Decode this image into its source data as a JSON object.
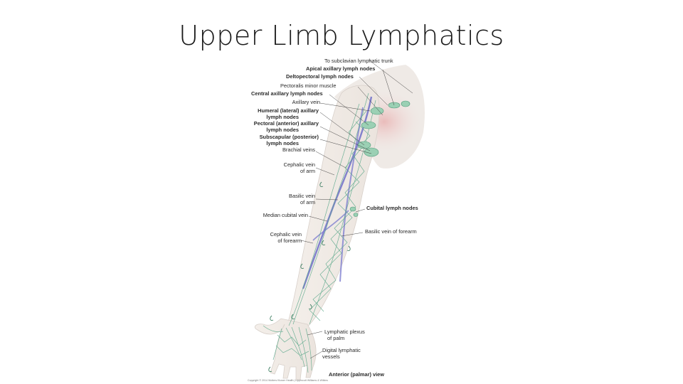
{
  "slide": {
    "title": "Upper Limb Lymphatics"
  },
  "figure": {
    "labels_top": [
      "To subclavian lymphatic trunk",
      "Apical axillary lymph nodes",
      "Deltopectoral lymph nodes",
      "Pectoralis minor muscle",
      "Central axillary lymph nodes",
      "Axillary vein",
      "Humeral (lateral) axillary",
      "lymph nodes",
      "Pectoral (anterior) axillary",
      "lymph nodes",
      "Subscapular (posterior)",
      "lymph nodes",
      "Brachial veins"
    ],
    "labels_left": [
      "Cephalic vein",
      "of arm",
      "Basilic vein",
      "of arm",
      "Median cubital vein",
      "Cephalic vein",
      "of forearm"
    ],
    "labels_right": [
      "Cubital lymph nodes",
      "Basilic vein of forearm",
      "Lymphatic plexus",
      "of palm",
      "Digital lymphatic",
      "vessels"
    ],
    "view_label": "Anterior (palmar) view",
    "copyright": "Copyright © 2014 Wolters Kluwer Health | Lippincott Williams & Wilkins"
  },
  "colors": {
    "lymph_vessel": "#5aa88a",
    "vein": "#6f6fc8",
    "skin": "#f3eee9",
    "node_glow": "#e8b0b0"
  }
}
